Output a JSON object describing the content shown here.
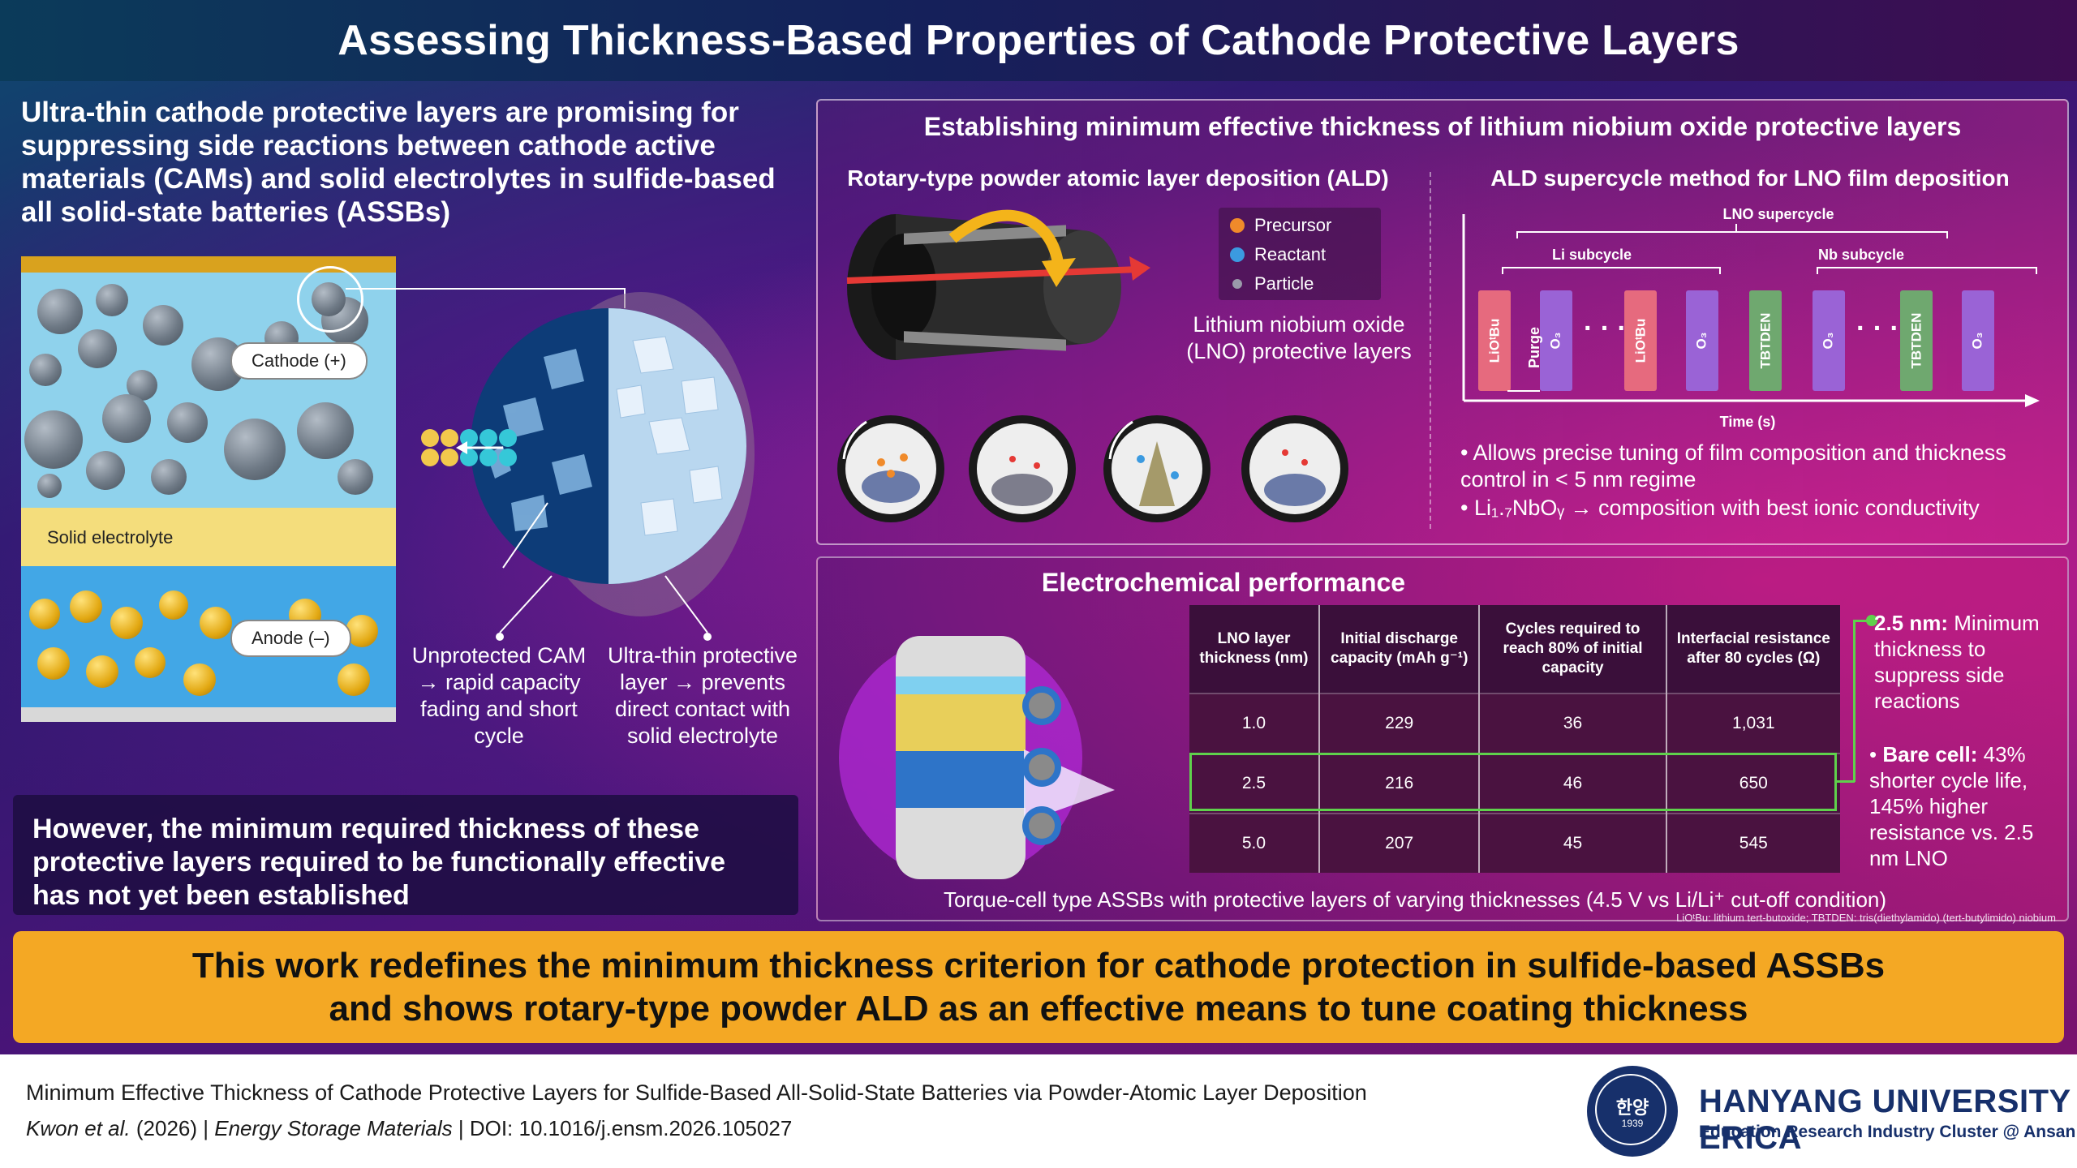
{
  "title": "Assessing Thickness-Based Properties of Cathode Protective Layers",
  "intro": "Ultra-thin cathode protective layers are promising for suppressing side reactions between cathode active materials (CAMs) and solid electrolytes in sulfide-based all solid-state batteries (ASSBs)",
  "schematic": {
    "cathode_label": "Cathode (+)",
    "se_label": "Solid electrolyte",
    "anode_label": "Anode (–)",
    "unprotected_caption": "Unprotected CAM → rapid capacity fading and short cycle",
    "protected_caption": "Ultra-thin protective layer → prevents direct contact with solid electrolyte"
  },
  "problem": "However, the minimum required thickness of these protective layers required to be functionally effective has not yet been established",
  "ald_panel": {
    "title": "Establishing minimum effective thickness of lithium niobium oxide protective layers",
    "left_title": "Rotary-type powder atomic layer deposition (ALD)",
    "legend": [
      "Precursor",
      "Reactant",
      "Particle"
    ],
    "lno_caption": "Lithium niobium oxide (LNO) protective layers",
    "right_title": "ALD supercycle method for LNO film deposition",
    "supercycle_label": "LNO supercycle",
    "li_subcycle": "Li subcycle",
    "nb_subcycle": "Nb subcycle",
    "purge_label": "Purge",
    "time_label": "Time (s)",
    "bars": [
      "LiOᵗBu",
      "O₃",
      "LiOᵗBu",
      "O₃",
      "TBTDEN",
      "O₃",
      "TBTDEN",
      "O₃"
    ],
    "ellipsis": "· · ·",
    "bullet1": "• Allows precise tuning of film composition and thickness control in < 5 nm regime",
    "bullet2": "• Li₁.₇NbOᵧ → composition with best ionic conductivity"
  },
  "ec_panel": {
    "title": "Electrochemical performance",
    "headers": [
      "LNO layer thickness (nm)",
      "Initial discharge capacity (mAh g⁻¹)",
      "Cycles required to reach 80% of initial capacity",
      "Interfacial resistance after 80 cycles (Ω)"
    ],
    "rows": [
      [
        "1.0",
        "229",
        "36",
        "1,031"
      ],
      [
        "2.5",
        "216",
        "46",
        "650"
      ],
      [
        "5.0",
        "207",
        "45",
        "545"
      ]
    ],
    "note1_bold": "2.5 nm:",
    "note1": "Minimum thickness to suppress side reactions",
    "note2_bold": "Bare cell:",
    "note2": "43% shorter cycle life, 145% higher resistance vs. 2.5 nm LNO",
    "caption": "Torque-cell type ASSBs with protective layers of varying thicknesses (4.5 V vs Li/Li⁺ cut-off condition)",
    "footnote": "LiOᵗBu: lithium tert-butoxide; TBTDEN: tris(diethylamido) (tert-butylimido) niobium"
  },
  "conclusion": "This work redefines the minimum thickness criterion for cathode protection in sulfide-based ASSBs and shows rotary-type powder ALD as an effective means to tune coating thickness",
  "footer": {
    "paper_title": "Minimum Effective Thickness of Cathode Protective Layers for Sulfide-Based All-Solid-State Batteries via Powder-Atomic Layer Deposition",
    "authors": "Kwon et al.",
    "year": "(2026) |",
    "journal": "Energy Storage Materials",
    "doi": "| DOI: 10.1016/j.ensm.2026.105027",
    "university": "HANYANG UNIVERSITY ERICA",
    "university_sub": "Education Research Industry Cluster @ Ansan",
    "seal_text": "한양",
    "seal_year": "1939"
  },
  "colors": {
    "banner": "#f4a824",
    "highlight": "#5fd14c",
    "footer_blue": "#17306b",
    "li_bar": "#e66a7e",
    "o3_bar": "#9a63d6",
    "nb_bar": "#6fa86f"
  }
}
